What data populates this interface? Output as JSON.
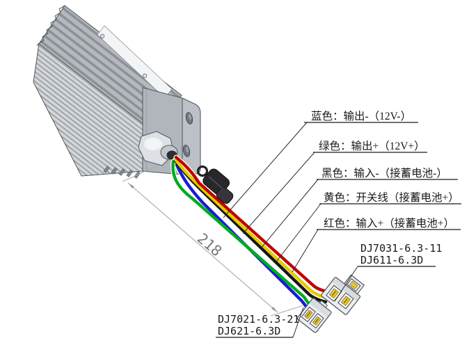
{
  "drawing": {
    "wire_labels": {
      "blue": {
        "text": "蓝色：输出-（12V-）",
        "wire_color": "#1a1ad2"
      },
      "green": {
        "text": "绿色：输出+（12V+）",
        "wire_color": "#00aa22"
      },
      "black": {
        "text": "黑色：输入-（接蓄电池-）",
        "wire_color": "#161616"
      },
      "yellow": {
        "text": "黄色：开关线（接蓄电池+）",
        "wire_color": "#e3cb00"
      },
      "red": {
        "text": "红色：输入+（接蓄电池+）",
        "wire_color": "#c00000"
      }
    },
    "connector_labels": {
      "input_3pin": {
        "line1": "DJ7031-6.3-11",
        "line2": "DJ611-6.3D"
      },
      "output_2pin": {
        "line1": "DJ7021-6.3-21",
        "line2": "DJ621-6.3D"
      }
    },
    "dimension": {
      "cable_length": "218"
    }
  }
}
